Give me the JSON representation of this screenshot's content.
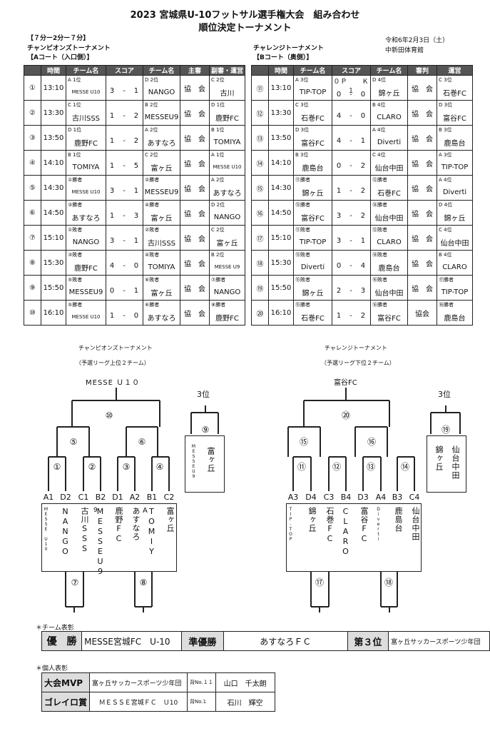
{
  "header": {
    "title1": "2023 宮城県U-10フットサル選手権大会　組み合わせ",
    "title2": "順位決定トーナメント",
    "format": "【７分ー2分ー７分】",
    "date": "令和6年2月3日（土）",
    "venue": "中新田体育館"
  },
  "left": {
    "name": "チャンピオンズトーナメント",
    "court": "【Aコート（入口側）】",
    "cols": [
      "時間",
      "チーム名",
      "スコア",
      "チーム名",
      "主審",
      "副審・運営"
    ],
    "rows": [
      {
        "n": "①",
        "time": "13:10",
        "r1": "A 1位",
        "t1": "MESSE U10",
        "s": "3　-　1",
        "r2": "D 2位",
        "t2": "NANGO",
        "ref": "協　会",
        "a1": "C 2位",
        "a2": "古川"
      },
      {
        "n": "②",
        "time": "13:30",
        "r1": "C 1位",
        "t1": "古川SSS",
        "s": "1　-　2",
        "r2": "B 2位",
        "t2": "MESSEU9",
        "ref": "協　会",
        "a1": "D 1位",
        "a2": "鹿野FC"
      },
      {
        "n": "③",
        "time": "13:50",
        "r1": "D 1位",
        "t1": "鹿野FC",
        "s": "1　-　2",
        "r2": "A 2位",
        "t2": "あすなろ",
        "ref": "協　会",
        "a1": "B 1位",
        "a2": "TOMIYA"
      },
      {
        "n": "④",
        "time": "14:10",
        "r1": "B 1位",
        "t1": "TOMIYA",
        "s": "1　-　5",
        "r2": "C 2位",
        "t2": "富ヶ丘",
        "ref": "協　会",
        "a1": "A 1位",
        "a2": "MESSE U10"
      },
      {
        "n": "⑤",
        "time": "14:30",
        "r1": "①勝者",
        "t1": "MESSE U10",
        "s": "3　-　1",
        "r2": "②勝者",
        "t2": "MESSEU9",
        "ref": "協　会",
        "a1": "A 2位",
        "a2": "あすなろ"
      },
      {
        "n": "⑥",
        "time": "14:50",
        "r1": "③勝者",
        "t1": "あすなろ",
        "s": "1　-　3",
        "r2": "④勝者",
        "t2": "富ヶ丘",
        "ref": "協　会",
        "a1": "D 2位",
        "a2": "NANGO"
      },
      {
        "n": "⑦",
        "time": "15:10",
        "r1": "①敗者",
        "t1": "NANGO",
        "s": "3　-　1",
        "r2": "②敗者",
        "t2": "古川SSS",
        "ref": "協　会",
        "a1": "C 2位",
        "a2": "富ヶ丘"
      },
      {
        "n": "⑧",
        "time": "15:30",
        "r1": "③敗者",
        "t1": "鹿野FC",
        "s": "4　-　0",
        "r2": "④敗者",
        "t2": "TOMIYA",
        "ref": "協　会",
        "a1": "B 2位",
        "a2": "MESSE U9"
      },
      {
        "n": "⑨",
        "time": "15:50",
        "r1": "⑤敗者",
        "t1": "MESSEU9",
        "s": "0　-　1",
        "r2": "⑥敗者",
        "t2": "富ヶ丘",
        "ref": "協　会",
        "a1": "⑦勝者",
        "a2": "NANGO"
      },
      {
        "n": "⑩",
        "time": "16:10",
        "r1": "⑤勝者",
        "t1": "MESSE U10",
        "s": "1　-　0",
        "r2": "⑥勝者",
        "t2": "あすなろ",
        "ref": "協　会",
        "a1": "⑧勝者",
        "a2": "鹿野FC"
      }
    ]
  },
  "right": {
    "name": "チャレンジトーナメント",
    "court": "【Bコート（奥側）】",
    "cols": [
      "時間",
      "チーム名",
      "スコア",
      "チーム名",
      "審判",
      "運営"
    ],
    "rows": [
      {
        "n": "⑪",
        "time": "13:10",
        "r1": "A 3位",
        "t1": "TIP-TOP",
        "top": "０Ｐ　　Ｋ１",
        "s": "0　-　0",
        "r2": "D 4位",
        "t2": "錦ヶ丘",
        "ref": "協　会",
        "a1": "C 3位",
        "a2": "石巻FC"
      },
      {
        "n": "⑫",
        "time": "13:30",
        "r1": "C 3位",
        "t1": "石巻FC",
        "top": "",
        "s": "4　-　0",
        "r2": "B 4位",
        "t2": "CLARO",
        "ref": "協　会",
        "a1": "D 3位",
        "a2": "富谷FC"
      },
      {
        "n": "⑬",
        "time": "13:50",
        "r1": "D 3位",
        "t1": "富谷FC",
        "top": "",
        "s": "4　-　1",
        "r2": "A 4位",
        "t2": "Diverti",
        "ref": "協　会",
        "a1": "B 3位",
        "a2": "鹿島台"
      },
      {
        "n": "⑭",
        "time": "14:10",
        "r1": "B 3位",
        "t1": "鹿島台",
        "top": "",
        "s": "0　-　2",
        "r2": "C 4位",
        "t2": "仙台中田",
        "ref": "協　会",
        "a1": "A 3位",
        "a2": "TIP-TOP"
      },
      {
        "n": "⑮",
        "time": "14:30",
        "r1": "⑪勝者",
        "t1": "錦ヶ丘",
        "top": "",
        "s": "1　-　2",
        "r2": "⑫勝者",
        "t2": "石巻FC",
        "ref": "協　会",
        "a1": "A 4位",
        "a2": "Diverti"
      },
      {
        "n": "⑯",
        "time": "14:50",
        "r1": "⑬勝者",
        "t1": "富谷FC",
        "top": "",
        "s": "3　-　2",
        "r2": "⑭勝者",
        "t2": "仙台中田",
        "ref": "協　会",
        "a1": "D 4位",
        "a2": "錦ヶ丘"
      },
      {
        "n": "⑰",
        "time": "15:10",
        "r1": "⑪敗者",
        "t1": "TIP-TOP",
        "top": "",
        "s": "3　-　1",
        "r2": "⑫敗者",
        "t2": "CLARO",
        "ref": "協　会",
        "a1": "C 4位",
        "a2": "仙台中田"
      },
      {
        "n": "⑱",
        "time": "15:30",
        "r1": "⑬敗者",
        "t1": "Diverti",
        "top": "",
        "s": "0　-　4",
        "r2": "⑭敗者",
        "t2": "鹿島台",
        "ref": "協　会",
        "a1": "B 4位",
        "a2": "CLARO"
      },
      {
        "n": "⑲",
        "time": "15:50",
        "r1": "⑮敗者",
        "t1": "錦ヶ丘",
        "top": "",
        "s": "2　-　3",
        "r2": "⑯敗者",
        "t2": "仙台中田",
        "ref": "協　会",
        "a1": "⑰勝者",
        "a2": "TIP-TOP"
      },
      {
        "n": "⑳",
        "time": "16:10",
        "r1": "⑮勝者",
        "t1": "石巻FC",
        "top": "",
        "s": "1　-　2",
        "r2": "⑯勝者",
        "t2": "富谷FC",
        "ref": "協会",
        "a1": "⑱勝者",
        "a2": "鹿島台"
      }
    ]
  },
  "bracketLeft": {
    "title": "チャンピオンズトーナメント",
    "sub": "（予選リーグ上位２チーム）",
    "winner": "MESSE Ｕ１０",
    "third_label": "3位",
    "third_teams": [
      "MESSEU9",
      "富ヶ丘"
    ],
    "nums": {
      "final": "⑩",
      "semiL": "⑤",
      "semiR": "⑥",
      "q1": "①",
      "q2": "②",
      "q3": "③",
      "q4": "④",
      "lossL": "⑦",
      "lossR": "⑧",
      "third": "⑨"
    },
    "seeds": [
      "A1",
      "D2",
      "C1",
      "B2",
      "D1",
      "A2",
      "B1",
      "C2"
    ],
    "names": [
      "MESSE U10",
      "NANGO",
      "古川SSS",
      "MESSEU9",
      "鹿野FC",
      "あすなろ",
      "TOMIY",
      "富ヶ丘"
    ],
    "extra": {
      "b2": "9",
      "b1": "A"
    }
  },
  "bracketRight": {
    "title": "チャレンジトーナメント",
    "sub": "（予選リーグ下位２チーム）",
    "winner": "富谷FC",
    "third_label": "3位",
    "third_teams": [
      "錦ヶ丘",
      "仙台中田"
    ],
    "nums": {
      "final": "⑳",
      "semiL": "⑮",
      "semiR": "⑯",
      "q1": "⑪",
      "q2": "⑫",
      "q3": "⑬",
      "q4": "⑭",
      "lossL": "⑰",
      "lossR": "⑱",
      "third": "⑲"
    },
    "seeds": [
      "A3",
      "D4",
      "C3",
      "B4",
      "D3",
      "A4",
      "B3",
      "C4"
    ],
    "names": [
      "TIP-TOP",
      "錦ヶ丘",
      "石巻FC",
      "CLARO",
      "富谷FC",
      "Diverti",
      "鹿島台",
      "仙台中田"
    ]
  },
  "awards": {
    "team_label": "＊チーム表彰",
    "win_label": "優　勝",
    "win_team": "MESSE宮城FC　U-10",
    "second_label": "準優勝",
    "second_team": "あすなろＦＣ",
    "third_label": "第３位",
    "third_team": "富ヶ丘サッカースポーツ少年団",
    "indiv_label": "＊個人表彰",
    "mvp_label": "大会MVP",
    "mvp_team": "富ヶ丘サッカースポーツ少年団",
    "mvp_no": "背No.１１",
    "mvp_name": "山口　千太朗",
    "gk_label": "ゴレイロ賞",
    "gk_team": "ＭＥＳＳＥ宮城ＦＣ　Ｕ10",
    "gk_no": "背No.1",
    "gk_name": "石川　輝空"
  }
}
